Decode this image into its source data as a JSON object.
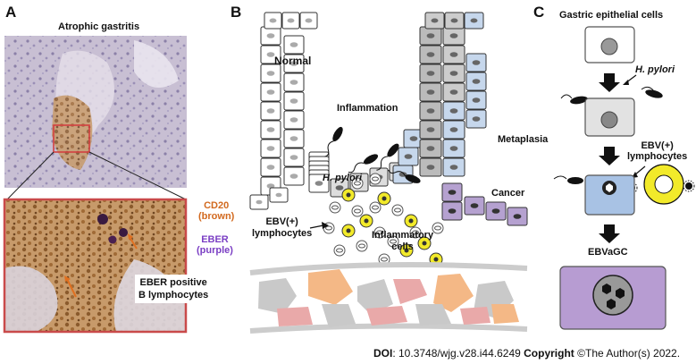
{
  "panels": {
    "a": {
      "letter": "A",
      "title": "Atrophic gastritis",
      "stain_cd20": "CD20",
      "stain_cd20_color": "(brown)",
      "stain_eber": "EBER",
      "stain_eber_color": "(purple)",
      "callout_line1": "EBER positive",
      "callout_line2": "B lymphocytes",
      "colors": {
        "cd20": "#d2691e",
        "eber": "#7b3fc4",
        "frame": "#c94a4a"
      }
    },
    "b": {
      "letter": "B",
      "normal": "Normal",
      "inflammation": "Inflammation",
      "hpylori": "H. pylori",
      "metaplasia": "Metaplasia",
      "cancer": "Cancer",
      "ebv_line1": "EBV(+)",
      "ebv_line2": "lymphocytes",
      "inflam_line1": "Inflammatory",
      "inflam_line2": "cells"
    },
    "c": {
      "letter": "C",
      "title": "Gastric epithelial cells",
      "hpylori": "H. pylori",
      "ebv_line1": "EBV(+)",
      "ebv_line2": "lymphocytes",
      "result": "EBVaGC"
    }
  },
  "footer": {
    "doi_label": "DOI",
    "doi_value": ": 10.3748/wjg.v28.i44.6249",
    "copyright_label": "Copyright",
    "copyright_value": " ©The Author(s) 2022."
  }
}
